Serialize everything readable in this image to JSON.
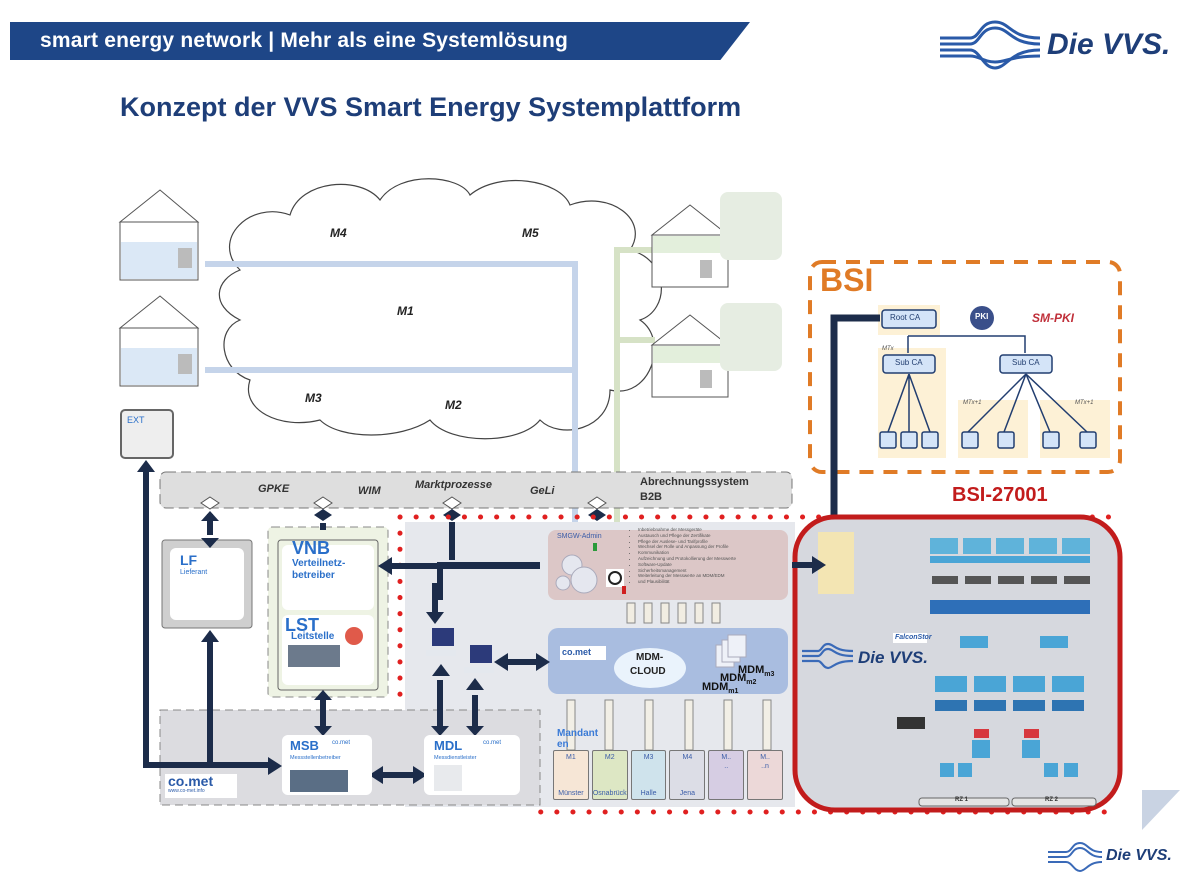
{
  "header": {
    "banner_text": "smart energy network | Mehr als eine Systemlösung",
    "logo_text": "Die VVS.",
    "title": "Konzept der VVS Smart Energy Systemplattform"
  },
  "cloud": {
    "clusters": [
      "M4",
      "M5",
      "M1",
      "M3",
      "M2"
    ]
  },
  "ext_box": {
    "label": "EXT"
  },
  "bsi": {
    "label": "BSI",
    "pki_logo": "PKI",
    "pki_label": "SM-PKI",
    "root_ca": "Root CA",
    "sub_ca_1": "Sub CA",
    "sub_ca_2": "Sub CA",
    "mtx_1": "MTx",
    "mtx_2": "MTx+1",
    "mtx_3": "MTx+1"
  },
  "processes": {
    "items": [
      "GPKE",
      "WIM",
      "Marktprozesse",
      "GeLi",
      "Abrechnungssystem",
      "B2B"
    ]
  },
  "lf": {
    "abbr": "LF",
    "name": "Lieferant"
  },
  "vnb": {
    "abbr": "VNB",
    "name": "Verteilnetz-betreiber"
  },
  "lst": {
    "abbr": "LST",
    "name": "Leitstelle"
  },
  "smgw": {
    "title": "SMGW-Admin",
    "bullets": [
      "Inbetriebnahme der Messgeräte",
      "Austausch und Pflege der Zertifikate",
      "Pflege der Auslese- und Tarifprofile",
      "Wechsel der Rolle und Anpassung der Profile",
      "Kommunikation",
      "Aufzeichnung und Protokollierung der Messwerte",
      "Software-Update",
      "Sicherheitsmanagement",
      "Weiterleitung der Messwerte an MDM/EDM",
      "und Plausibilität"
    ]
  },
  "mdm": {
    "brand": "co.met",
    "cloud_line1": "MDM-",
    "cloud_line2": "CLOUD",
    "instances": [
      {
        "label": "MDM",
        "sub": "m1"
      },
      {
        "label": "MDM",
        "sub": "m2"
      },
      {
        "label": "MDM",
        "sub": "m3"
      }
    ]
  },
  "mandanten": {
    "label": "Mandanten",
    "items": [
      {
        "code": "M1",
        "city": "Münster",
        "color": "#f6e6d6"
      },
      {
        "code": "M2",
        "city": "Osnabrück",
        "color": "#dde7c4"
      },
      {
        "code": "M3",
        "city": "Halle",
        "color": "#cfe3ec"
      },
      {
        "code": "M4",
        "city": "Jena",
        "color": "#dcdde6"
      },
      {
        "code": "M..",
        "city": "..",
        "color": "#d6cde3"
      },
      {
        "code": "M..",
        "city": "..n",
        "color": "#ecd8d8"
      }
    ]
  },
  "msb": {
    "abbr": "MSB",
    "brand": "co.met",
    "name": "Messstellenbetreiber"
  },
  "mdl": {
    "abbr": "MDL",
    "brand": "co.met",
    "name": "Messdienstleister"
  },
  "comet_logo": {
    "text": "co.met",
    "sub": "www.co-met.info"
  },
  "datacenter": {
    "label": "BSI-27001",
    "logo_text": "Die VVS.",
    "storage_brand": "FalconStor",
    "rz1": "RZ 1",
    "rz2": "RZ 2"
  },
  "footer": {
    "logo_text": "Die VVS."
  }
}
